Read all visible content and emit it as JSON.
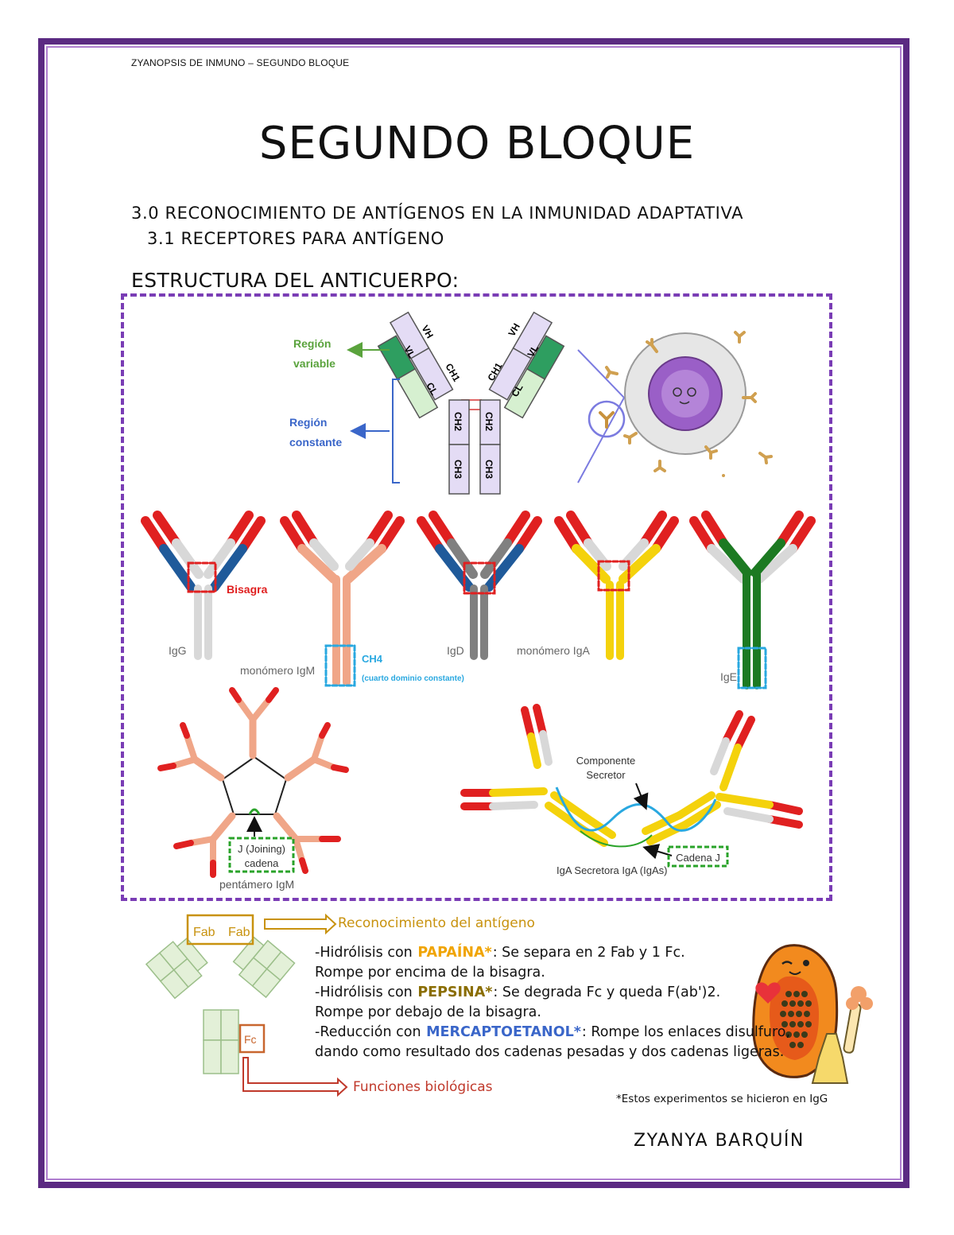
{
  "header": {
    "running_title": "ZYANOPSIS DE INMUNO – SEGUNDO BLOQUE"
  },
  "title": "SEGUNDO BLOQUE",
  "sections": {
    "s30": "3.0 RECONOCIMIENTO DE ANTÍGENOS EN LA INMUNIDAD ADAPTATIVA",
    "s31": "3.1 RECEPTORES PARA ANTÍGENO",
    "structure": "ESTRUCTURA DEL ANTICUERPO:"
  },
  "diagram": {
    "region_variable": [
      "Región",
      "variable"
    ],
    "region_constante": [
      "Región",
      "constante"
    ],
    "domains": {
      "vh": "VH",
      "vl": "VL",
      "cl": "CL",
      "ch1": "CH1",
      "ch2": "CH2",
      "ch3": "CH3"
    },
    "isotypes": {
      "igg": "IgG",
      "igm": "monómero IgM",
      "igd": "IgD",
      "iga": "monómero IgA",
      "ige": "IgE"
    },
    "bisagra": "Bisagra",
    "ch4": "CH4",
    "ch4_note": "(cuarto dominio constante)",
    "pentamer_label": "pentámero IgM",
    "j_chain": [
      "J (Joining)",
      "cadena"
    ],
    "secretory_component": [
      "Componente",
      "Secretor"
    ],
    "cadena_j": "Cadena J",
    "iga_secretora": "IgA Secretora IgA (IgAs)",
    "colors": {
      "heavy_red": "#e02020",
      "light_gray": "#d8d8d8",
      "igm_salmon": "#f0a688",
      "iga_yellow": "#f4d20c",
      "ige_green": "#1c7a22",
      "igg_blue": "#1f5a9a",
      "purple_frame": "#7a3db5"
    }
  },
  "fragments": {
    "fab": "Fab",
    "fc": "Fc",
    "recognition": "Reconocimiento del antígeno",
    "functions": "Funciones biológicas"
  },
  "notes": {
    "line1_pre": "-Hidrólisis con ",
    "line1_kw": "PAPAÍNA*",
    "line1_post": ": Se separa en 2 Fab y 1 Fc.",
    "line2": "Rompe por encima de la bisagra.",
    "line3_pre": "-Hidrólisis con ",
    "line3_kw": "PEPSINA*",
    "line3_post": ": Se degrada Fc y queda F(ab')2.",
    "line4": "Rompe por debajo de la bisagra.",
    "line5_pre": "-Reducción con ",
    "line5_kw": "MERCAPTOETANOL*",
    "line5_post": ": Rompe los enlaces disulfuro,",
    "line6": "dando como resultado dos cadenas pesadas y dos cadenas ligeras."
  },
  "footnote": "*Estos experimentos se hicieron en IgG",
  "author": "ZYANYA BARQUÍN"
}
